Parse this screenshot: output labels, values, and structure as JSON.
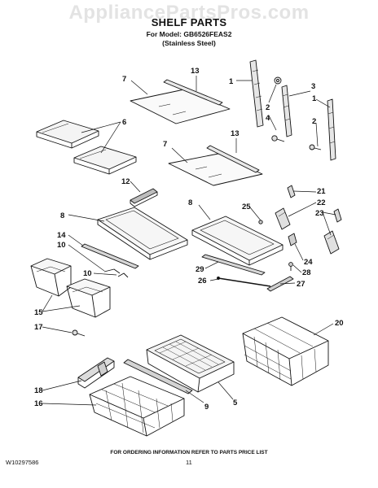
{
  "watermark": "AppliancePartsPros.com",
  "title": "SHELF PARTS",
  "model_line": "For Model: GB6526FEAS2",
  "finish_line": "(Stainless Steel)",
  "footer_note": "FOR ORDERING INFORMATION REFER TO PARTS PRICE LIST",
  "doc_number": "W10297586",
  "page_number": "11",
  "callouts": {
    "c1a": "1",
    "c1b": "1",
    "c2a": "2",
    "c2b": "2",
    "c3": "3",
    "c4": "4",
    "c5": "5",
    "c6": "6",
    "c7a": "7",
    "c7b": "7",
    "c8a": "8",
    "c8b": "8",
    "c9": "9",
    "c10a": "10",
    "c10b": "10",
    "c12": "12",
    "c13a": "13",
    "c13b": "13",
    "c14": "14",
    "c15": "15",
    "c16": "16",
    "c17": "17",
    "c18": "18",
    "c20": "20",
    "c21": "21",
    "c22": "22",
    "c23": "23",
    "c24": "24",
    "c25": "25",
    "c26": "26",
    "c27": "27",
    "c28": "28",
    "c29": "29"
  }
}
